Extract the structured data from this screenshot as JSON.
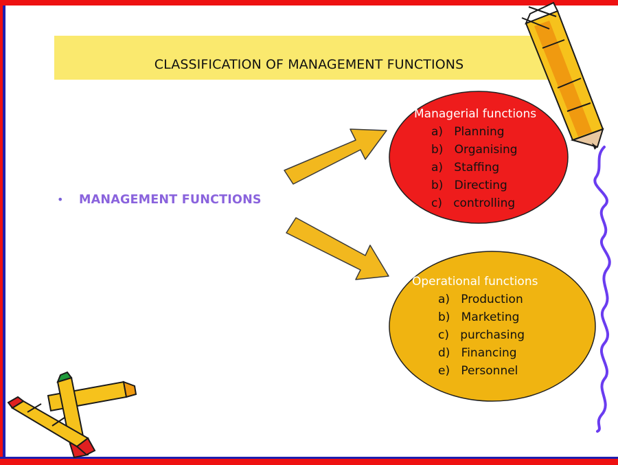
{
  "title": "CLASSIFICATION OF MANAGEMENT FUNCTIONS",
  "bullet_symbol": "•",
  "root_label": "MANAGEMENT FUNCTIONS",
  "managerial": {
    "heading": "Managerial functions",
    "items": [
      {
        "marker": "a)",
        "label": "Planning"
      },
      {
        "marker": "b)",
        "label": "Organising"
      },
      {
        "marker": "a)",
        "label": "Staffing"
      },
      {
        "marker": "b)",
        "label": "Directing"
      },
      {
        "marker": "c)",
        "label": "controlling"
      }
    ],
    "fill": "#ee1c1c"
  },
  "operational": {
    "heading": "Operational functions",
    "items": [
      {
        "marker": "a)",
        "label": "Production"
      },
      {
        "marker": "b)",
        "label": "Marketing"
      },
      {
        "marker": "c)",
        "label": "purchasing"
      },
      {
        "marker": "d)",
        "label": "Financing"
      },
      {
        "marker": "e)",
        "label": "Personnel"
      }
    ],
    "fill": "#f0b411"
  },
  "colors": {
    "frame": "#ee1111",
    "frame_inner": "#1f1fb0",
    "title_band": "#fae96e",
    "arrow_fill": "#f2b81e",
    "root_text": "#8a63dd",
    "squiggle": "#6a3cf0"
  },
  "icons": [
    "pencil-icon",
    "crayon-cluster-icon",
    "squiggle-decoration"
  ]
}
